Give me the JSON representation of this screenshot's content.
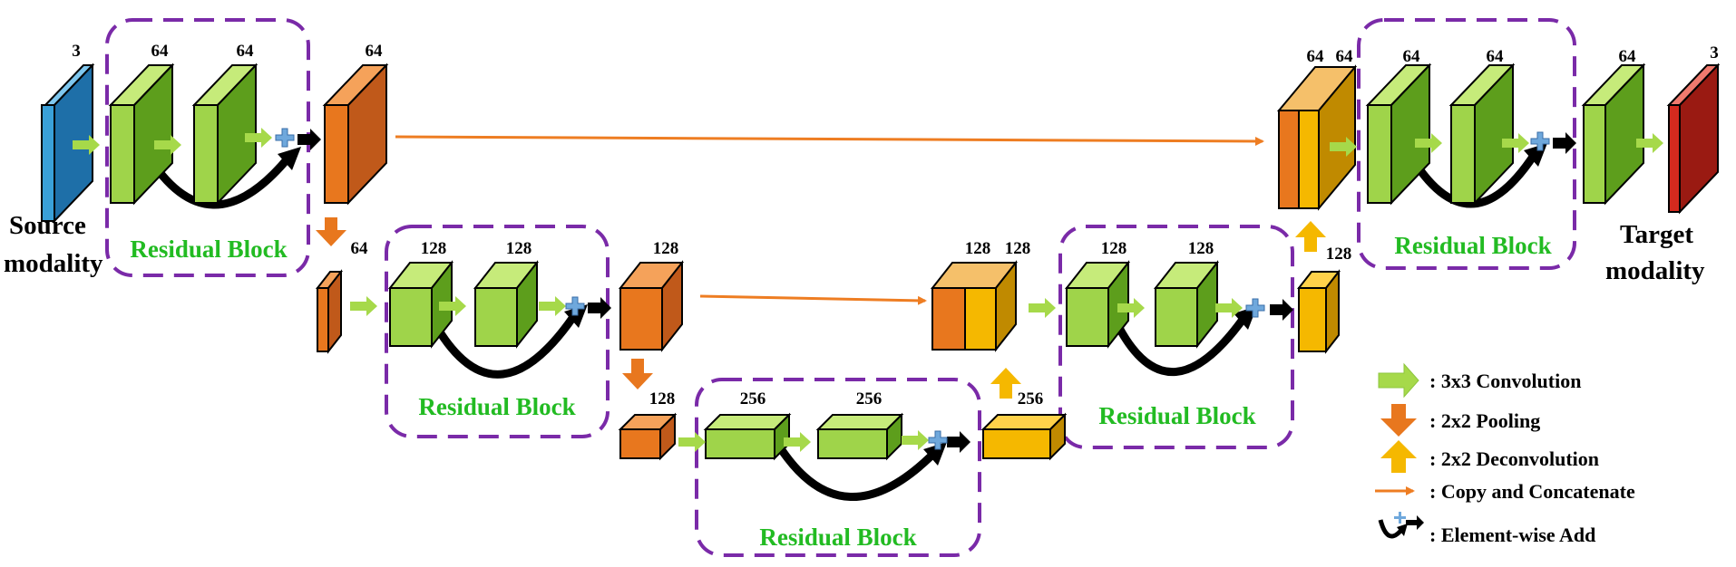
{
  "labels": {
    "source": "Source",
    "source2": "modality",
    "target": "Target",
    "target2": "modality",
    "residual_block": "Residual Block"
  },
  "dims": {
    "in": "3",
    "e1a": "64",
    "e1b": "64",
    "e1c": "64",
    "p1": "64",
    "e2a": "128",
    "e2b": "128",
    "e2c": "128",
    "p2": "128",
    "e3a": "256",
    "e3b": "256",
    "up1": "256",
    "d2a": "128",
    "d2b": "128",
    "d2c": "128",
    "d2d": "128",
    "up2": "128",
    "d1a": "64",
    "d1b": "64",
    "d1c": "64",
    "d1d": "64",
    "d1e": "64",
    "out": "3"
  },
  "legend": [
    {
      "icon": "conv-arrow-icon",
      "label": ": 3x3 Convolution"
    },
    {
      "icon": "pool-arrow-icon",
      "label": ": 2x2 Pooling"
    },
    {
      "icon": "deconv-arrow-icon",
      "label": ": 2x2 Deconvolution"
    },
    {
      "icon": "copy-arrow-icon",
      "label": ": Copy and Concatenate"
    },
    {
      "icon": "add-icon",
      "label": ": Element-wise Add"
    }
  ],
  "colors": {
    "source": "#3aa0d8",
    "residual_green": "#8dc63f",
    "pool_orange": "#e8771e",
    "deconv_yellow": "#f5b800",
    "target": "#d42a1e",
    "block_border": "#7a2aa8",
    "block_label": "#22bb22",
    "copy_arrow": "#ee7d22"
  }
}
